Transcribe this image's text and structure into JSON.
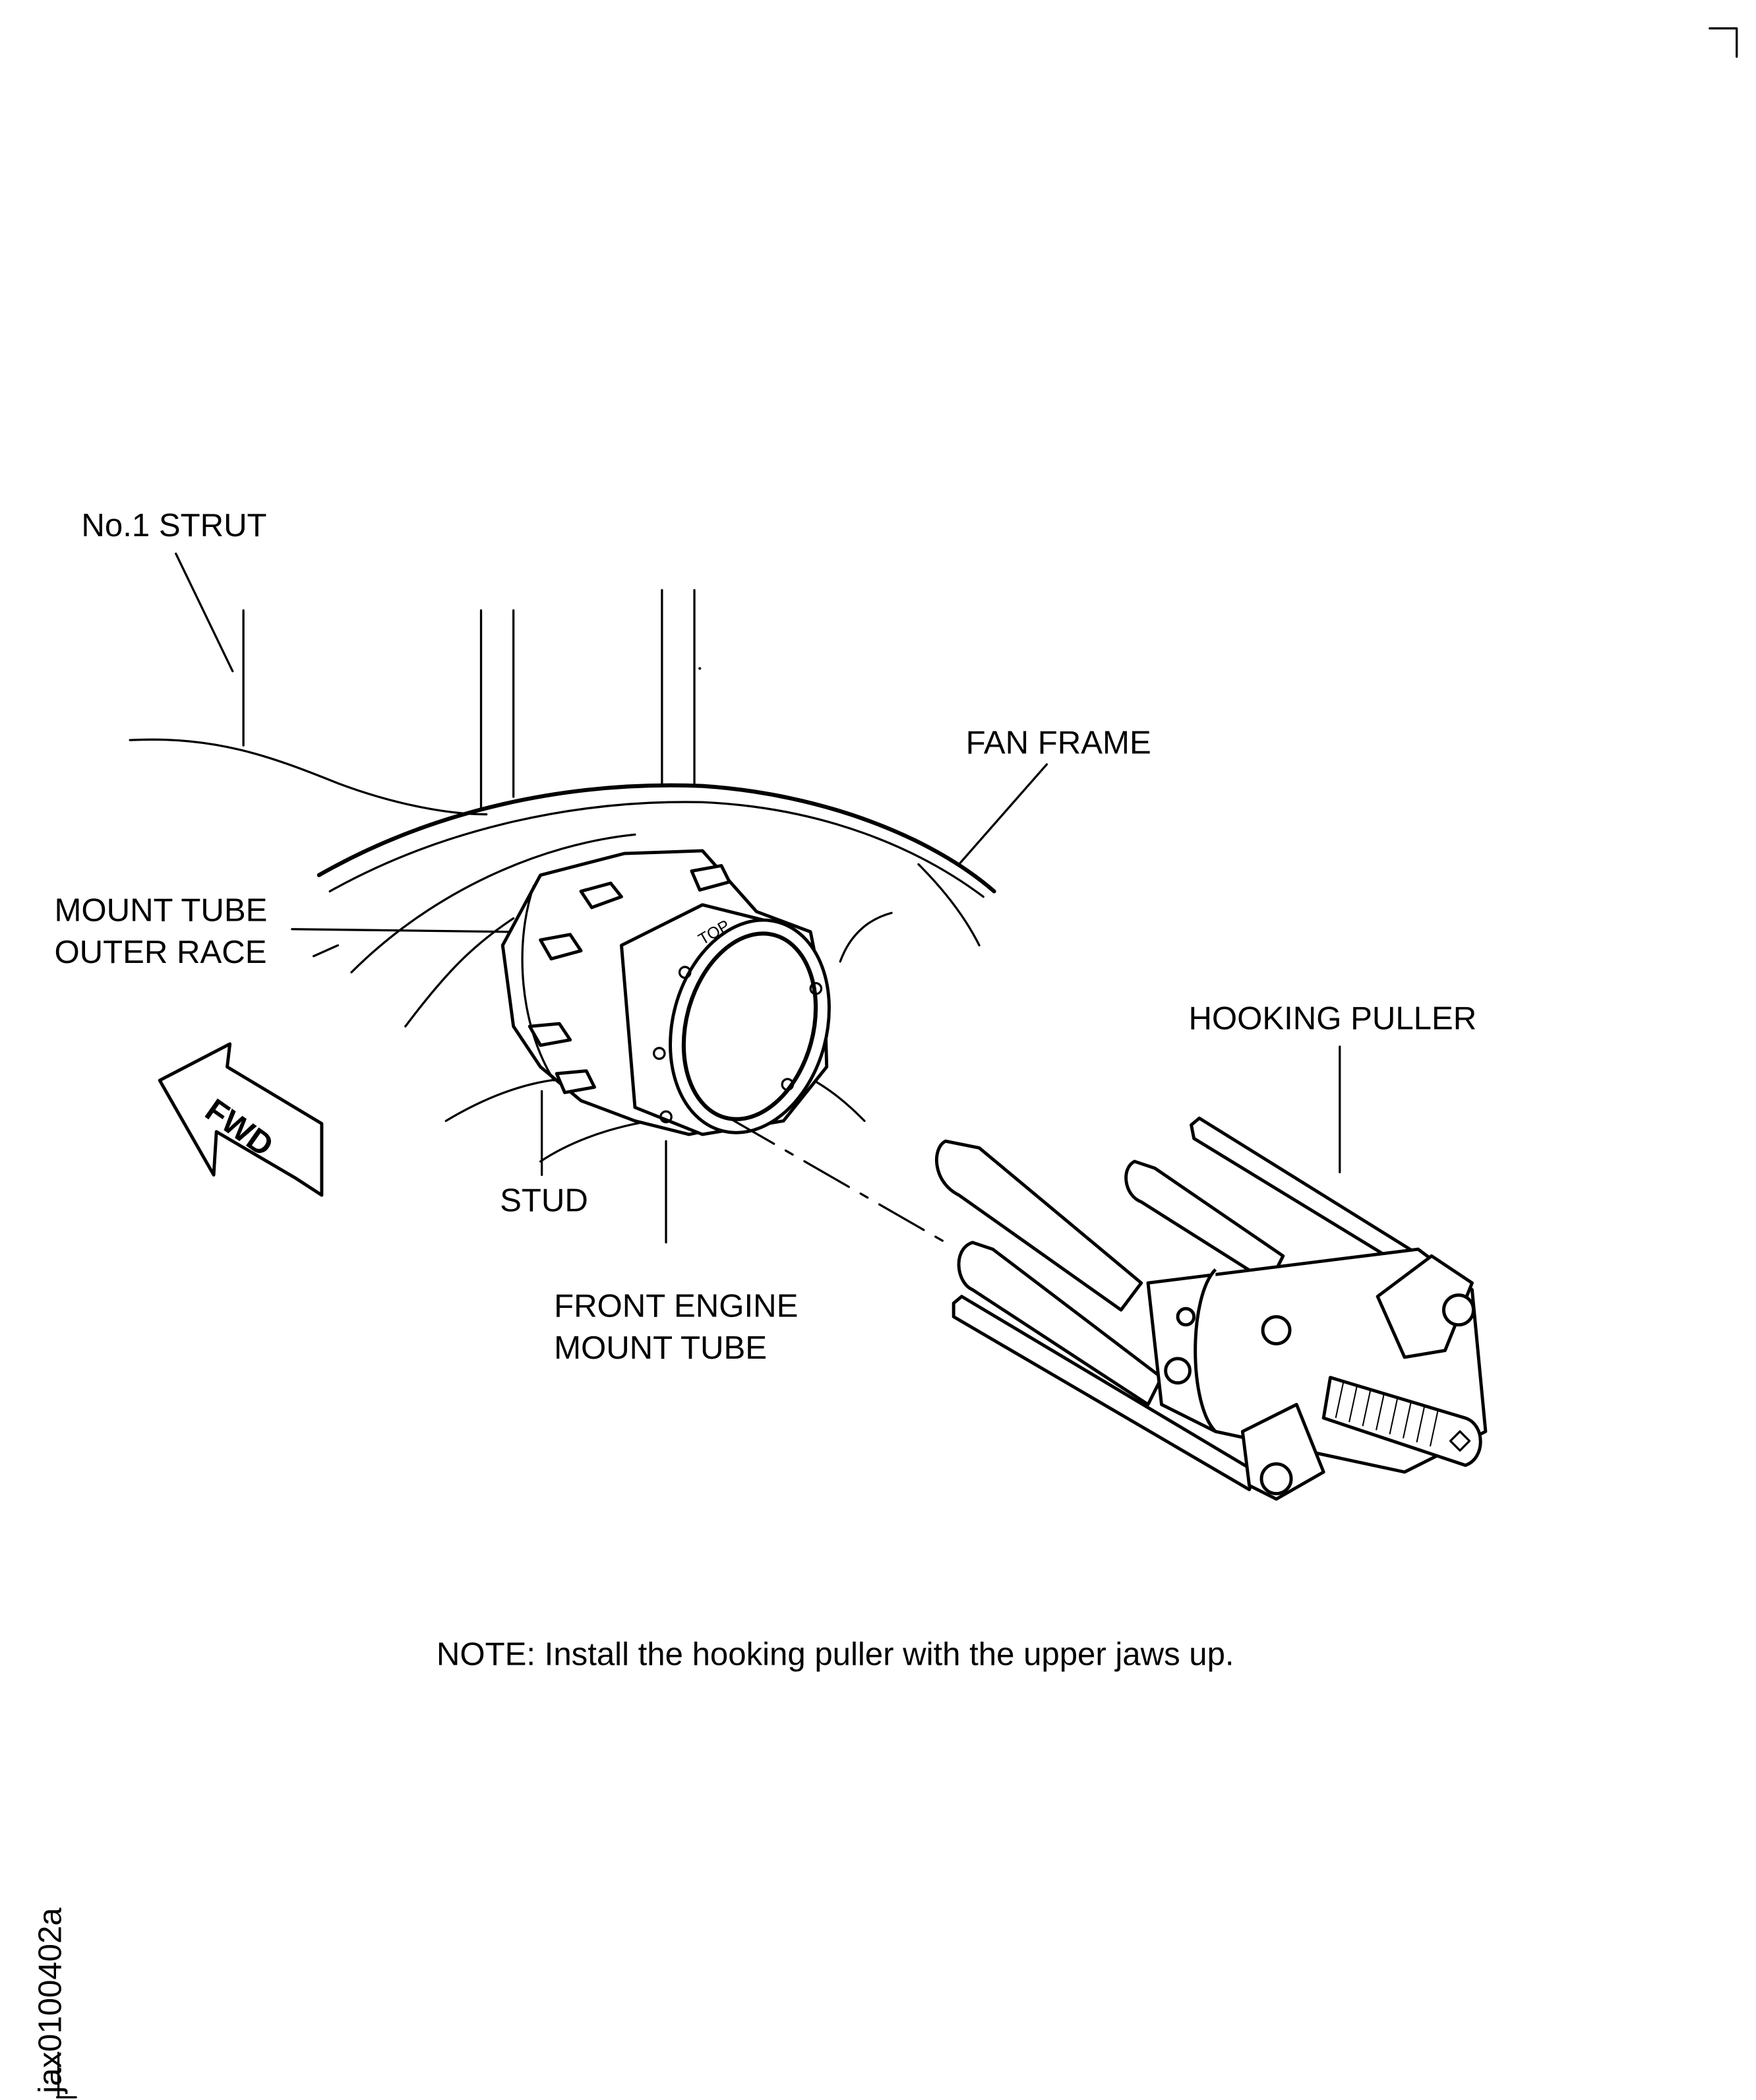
{
  "figure": {
    "labels": {
      "strut": "No.1 STRUT",
      "fan_frame": "FAN FRAME",
      "outer_race_line1": "MOUNT TUBE",
      "outer_race_line2": "OUTER RACE",
      "stud": "STUD",
      "mount_tube_line1": "FRONT ENGINE",
      "mount_tube_line2": "MOUNT TUBE",
      "hooking_puller": "HOOKING PULLER",
      "fwd_arrow": "FWD",
      "tube_marking": "TOP"
    },
    "note": "NOTE: Install the hooking puller with the upper jaws up.",
    "figure_id": "jax0100402a"
  }
}
